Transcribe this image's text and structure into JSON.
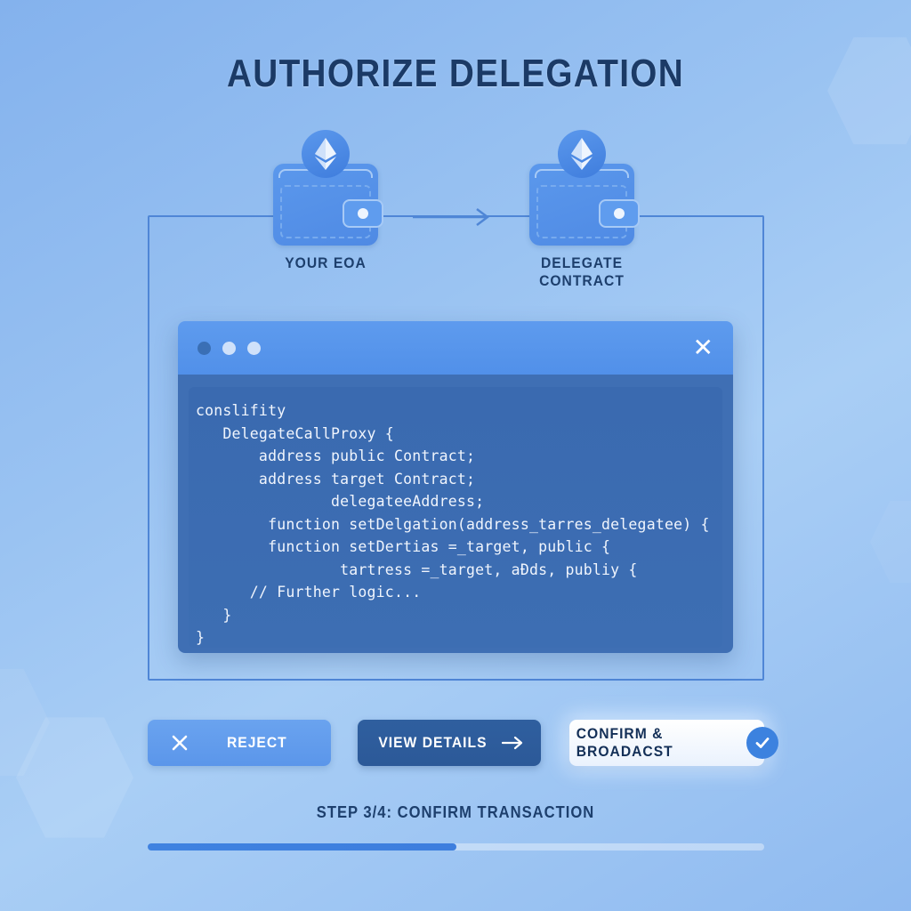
{
  "page": {
    "title": "AUTHORIZE DELEGATION",
    "background_color": "#8fbaf0",
    "accent_color": "#3c82df",
    "dark_text_color": "#1d3f6d"
  },
  "diagram": {
    "source_node": {
      "label": "YOUR EOA",
      "icon": "wallet-icon",
      "badge_icon": "ethereum-icon"
    },
    "target_node": {
      "label": "DELEGATE CONTRACT",
      "icon": "wallet-icon",
      "badge_icon": "ethereum-icon"
    },
    "arrow_icon": "arrow-right-icon"
  },
  "code_window": {
    "close_label": "✕",
    "dots": [
      "dot-1",
      "dot-2",
      "dot-3"
    ],
    "code": "conslifity\n   DelegateCallProxy {\n       address public Contract;\n       address target Contract;\n               delegateeAddress;\n        function setDelgation(address_tarres_delegatee) {\n        function setDertias =_target, public {\n                tartress =_target, aĐds, publiy {\n      // Further logic...\n   }\n}"
  },
  "actions": {
    "reject": {
      "label": "REJECT",
      "icon": "close-x-icon"
    },
    "view_details": {
      "label": "VIEW DETAILS",
      "icon": "arrow-right-icon"
    },
    "confirm": {
      "label": "CONFIRM & BROADACST",
      "icon": "check-circle-icon"
    }
  },
  "footer": {
    "step_text": "STEP 3/4: CONFIRM TRANSACTION",
    "progress_percent": 50
  }
}
